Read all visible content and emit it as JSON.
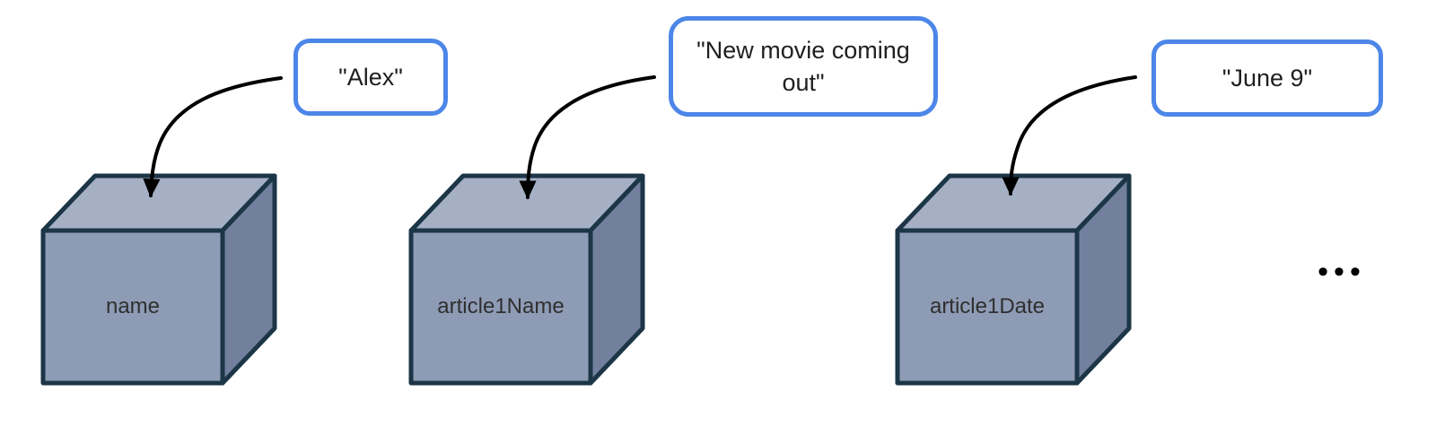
{
  "diagram": {
    "description": "Three 3D boxes representing variables, each receiving a string value from a blue-outlined callout via a curved arrow",
    "ellipsis": "•••"
  },
  "variables": [
    {
      "name": "name",
      "value": "\"Alex\""
    },
    {
      "name": "article1Name",
      "value": "\"New movie coming out\""
    },
    {
      "name": "article1Date",
      "value": "\"June 9\""
    }
  ],
  "colors": {
    "background": "#FFFFFF",
    "cube_top": "#A6B0C4",
    "cube_front": "#8E9BB5",
    "cube_side": "#72809E",
    "cube_outline": "#1C3647",
    "callout_border": "#4C86E8",
    "callout_background": "#FFFFFF",
    "callout_text": "#1F1F1F",
    "label_text": "#2F2F2F",
    "arrow": "#000000"
  }
}
